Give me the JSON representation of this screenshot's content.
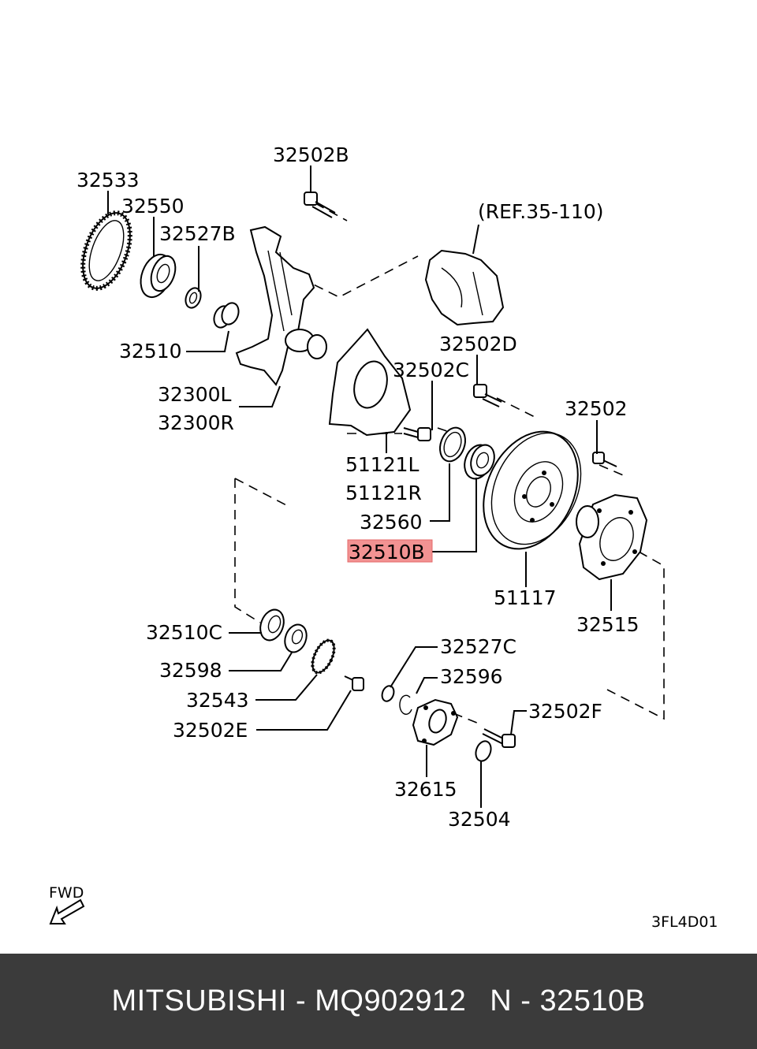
{
  "labels": {
    "l32502B": "32502B",
    "l32533": "32533",
    "l32550": "32550",
    "l32527B": "32527B",
    "lRef": "(REF.35-110)",
    "l32510": "32510",
    "l32502D": "32502D",
    "l32502C": "32502C",
    "l32300L": "32300L",
    "l32300R": "32300R",
    "l32502": "32502",
    "l51121L": "51121L",
    "l51121R": "51121R",
    "l32560": "32560",
    "l32510B": "32510B",
    "l51117": "51117",
    "l32515": "32515",
    "l32510C": "32510C",
    "l32527C": "32527C",
    "l32598": "32598",
    "l32596": "32596",
    "l32543": "32543",
    "l32502F": "32502F",
    "l32502E": "32502E",
    "l32615": "32615",
    "l32504": "32504",
    "fwd": "FWD",
    "code": "3FL4D01"
  },
  "highlight_color": "#f08080",
  "footer": {
    "brand_part": "MITSUBISHI - MQ902912",
    "ref_part": "N - 32510B"
  }
}
